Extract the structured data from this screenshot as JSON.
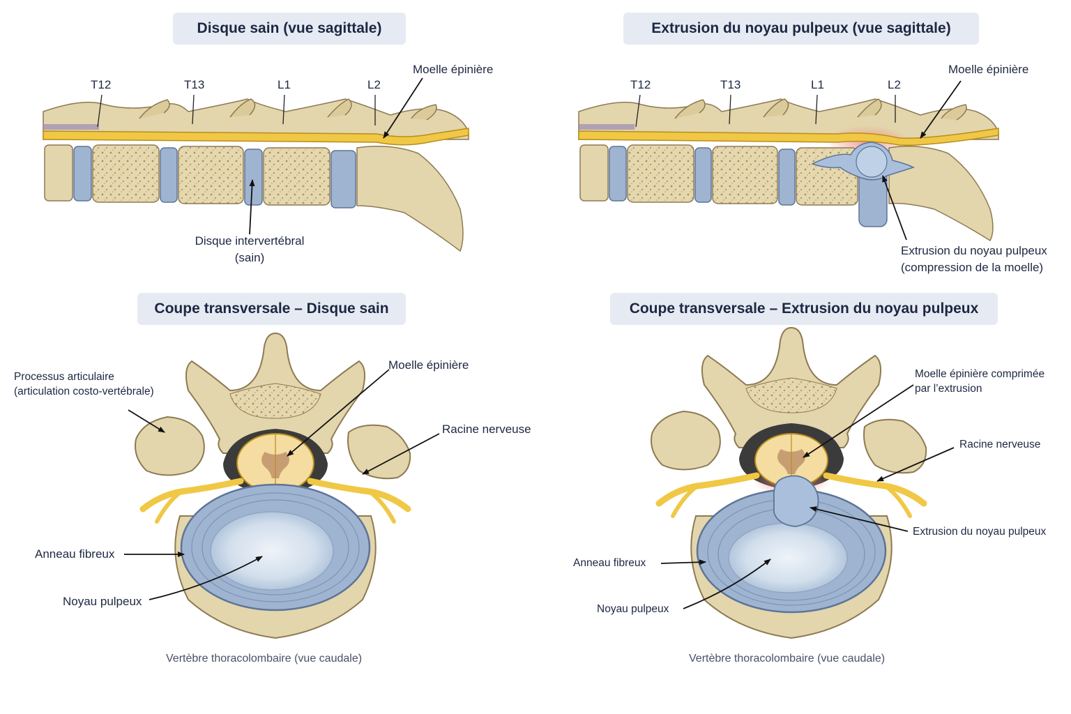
{
  "panels": {
    "sagittal_healthy": {
      "title": "Disque sain (vue sagittale)",
      "vertebra_labels": [
        "T12",
        "T13",
        "L1",
        "L2"
      ],
      "spinal_cord_label": "Moelle épinière",
      "disc_label_line1": "Disque intervertébral",
      "disc_label_line2": "(sain)"
    },
    "sagittal_extrusion": {
      "title": "Extrusion du noyau pulpeux (vue sagittale)",
      "vertebra_labels": [
        "T12",
        "T13",
        "L1",
        "L2"
      ],
      "spinal_cord_label": "Moelle épinière",
      "extrusion_label_line1": "Extrusion du noyau pulpeux",
      "extrusion_label_line2": "(compression de la moelle)"
    },
    "transverse_healthy": {
      "title": "Coupe transversale – Disque sain",
      "articular_label_line1": "Processus articulaire",
      "articular_label_line2": "(articulation costo-vertébrale)",
      "spinal_cord_label": "Moelle épinière",
      "nerve_root_label": "Racine nerveuse",
      "annulus_label": "Anneau fibreux",
      "nucleus_label": "Noyau pulpeux",
      "caption": "Vertèbre thoracolombaire (vue caudale)"
    },
    "transverse_extrusion": {
      "title": "Coupe transversale – Extrusion du noyau pulpeux",
      "spinal_cord_label_line1": "Moelle épinière comprimée",
      "spinal_cord_label_line2": "par l’extrusion",
      "nerve_root_label": "Racine nerveuse",
      "extrusion_label": "Extrusion du noyau pulpeux",
      "annulus_label": "Anneau fibreux",
      "nucleus_label": "Noyau pulpeux",
      "caption": "Vertèbre thoracolombaire (vue caudale)"
    }
  },
  "colors": {
    "bone": "#e3d5ac",
    "bone_outline": "#8d7a52",
    "cord": "#f0c845",
    "disc": "#9fb4d0",
    "nucleus": "#d5e1ee",
    "inflammation": "#ef8c7c",
    "title_bg": "#e6ebf3"
  }
}
